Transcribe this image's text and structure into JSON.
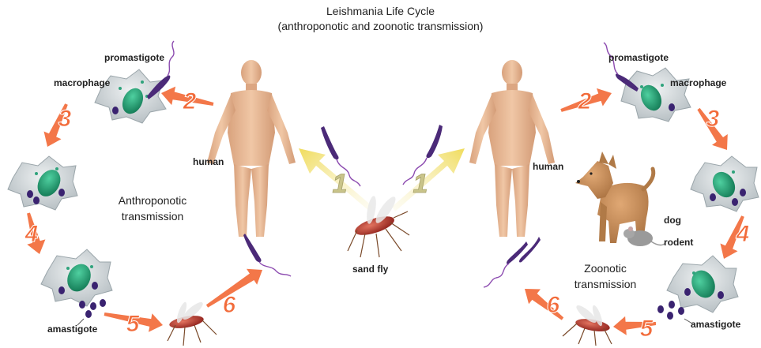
{
  "title": "Leishmania Life Cycle",
  "subtitle": "(anthroponotic and zoonotic transmission)",
  "left_cycle": {
    "caption_line1": "Anthroponotic",
    "caption_line2": "transmission",
    "labels": {
      "promastigote": "promastigote",
      "macrophage": "macrophage",
      "human": "human",
      "amastigote": "amastigote"
    },
    "steps": [
      "1",
      "2",
      "3",
      "4",
      "5",
      "6"
    ]
  },
  "right_cycle": {
    "caption_line1": "Zoonotic",
    "caption_line2": "transmission",
    "labels": {
      "promastigote": "promastigote",
      "macrophage": "macrophage",
      "human": "human",
      "dog": "dog",
      "rodent": "rodent",
      "amastigote": "amastigote"
    },
    "steps": [
      "1",
      "2",
      "3",
      "4",
      "5",
      "6"
    ]
  },
  "center": {
    "sand_fly": "sand fly"
  },
  "colors": {
    "arrow_orange": "#f26b3a",
    "arrow_yellow": "#f3e27a",
    "cell_gray": "#c9cfd2",
    "nucleus_green": "#2a9a70",
    "parasite_purple": "#4b2a78",
    "skin": "#e7b996",
    "dog": "#c98e56",
    "fly_red": "#b5302a"
  }
}
